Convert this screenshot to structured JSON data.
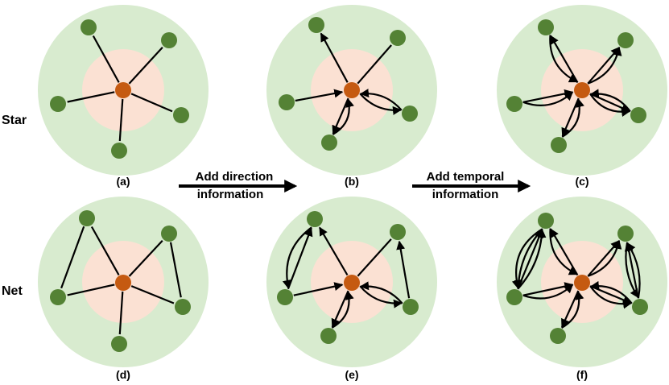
{
  "row_labels": {
    "star": "Star",
    "net": "Net"
  },
  "panel_labels": {
    "a": "(a)",
    "b": "(b)",
    "c": "(c)",
    "d": "(d)",
    "e": "(e)",
    "f": "(f)"
  },
  "transitions": {
    "direction": {
      "line1": "Add direction",
      "line2": "information"
    },
    "temporal": {
      "line1": "Add temporal",
      "line2": "information"
    }
  },
  "colors": {
    "outer_circle": "#d8ebcf",
    "inner_circle": "#fbe1d3",
    "center_node": "#c55a11",
    "leaf_node": "#548235",
    "edge": "#000000"
  }
}
